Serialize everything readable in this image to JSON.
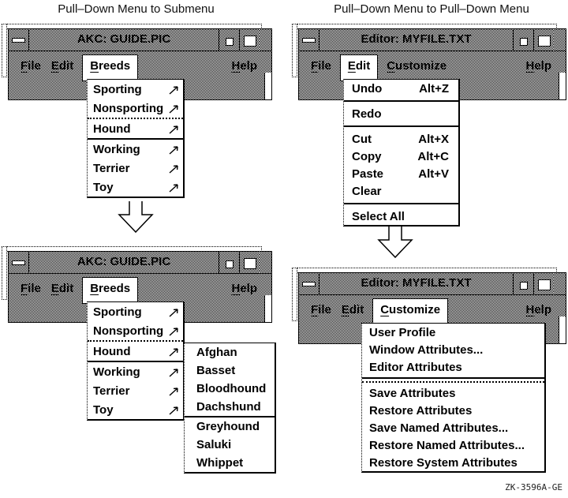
{
  "captions": {
    "left": "Pull–Down Menu to Submenu",
    "right": "Pull–Down Menu to Pull–Down Menu"
  },
  "figure_label": "ZK-3596A-GE",
  "colors": {
    "ink": "#000000",
    "paper": "#ffffff"
  },
  "icons": {
    "window_menu": "dash-icon",
    "minimize": "minimize-icon",
    "maximize": "maximize-icon",
    "cascade": "submenu-arrow-icon",
    "flow": "down-arrow-icon"
  },
  "akc": {
    "title": "AKC: GUIDE.PIC",
    "menubar": {
      "file": {
        "m": "F",
        "r": "ile"
      },
      "edit": {
        "m": "E",
        "r": "dit"
      },
      "breeds": {
        "m": "B",
        "r": "reeds"
      },
      "help": {
        "m": "H",
        "r": "elp"
      }
    },
    "breeds_menu": [
      "Sporting",
      "Nonsporting",
      "Hound",
      "Working",
      "Terrier",
      "Toy"
    ],
    "hound_submenu": [
      "Afghan",
      "Basset",
      "Bloodhound",
      "Dachshund",
      "Greyhound",
      "Saluki",
      "Whippet"
    ]
  },
  "editor": {
    "title": "Editor: MYFILE.TXT",
    "menubar": {
      "file": {
        "m": "F",
        "r": "ile"
      },
      "edit": {
        "m": "E",
        "r": "dit"
      },
      "customize": {
        "m": "C",
        "r": "ustomize"
      },
      "help": {
        "m": "H",
        "r": "elp"
      }
    },
    "edit_menu": [
      {
        "label": "Undo",
        "accel": "Alt+Z"
      },
      {
        "label": "Redo",
        "accel": ""
      },
      {
        "label": "Cut",
        "accel": "Alt+X"
      },
      {
        "label": "Copy",
        "accel": "Alt+C"
      },
      {
        "label": "Paste",
        "accel": "Alt+V"
      },
      {
        "label": "Clear",
        "accel": ""
      },
      {
        "label": "Select All",
        "accel": ""
      }
    ],
    "customize_menu": [
      "User Profile",
      "Window Attributes...",
      "Editor Attributes",
      "Save Attributes",
      "Restore Attributes",
      "Save Named Attributes...",
      "Restore Named Attributes...",
      "Restore System Attributes"
    ]
  }
}
